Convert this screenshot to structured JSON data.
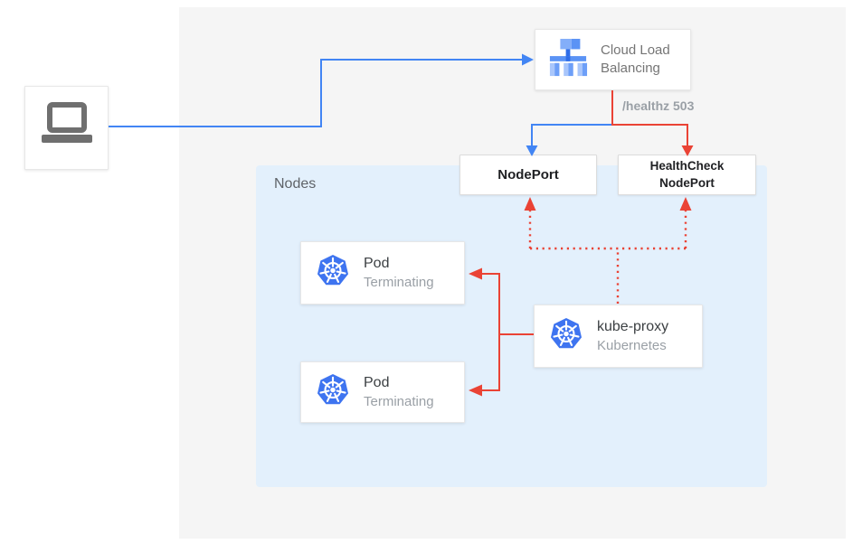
{
  "colors": {
    "blue_arrow": "#4285f4",
    "red_arrow": "#ea4335",
    "nodes_bg": "#e3f0fc",
    "diagram_bg": "#f5f5f5",
    "kubernetes_blue": "#3e74f0",
    "laptop_gray": "#6f6f6f",
    "label_gray": "#9aa0a6"
  },
  "load_balancer": {
    "label": "Cloud Load Balancing"
  },
  "health_annotation": "/healthz 503",
  "node_port": {
    "label": "NodePort"
  },
  "health_check_node_port": {
    "label": "HealthCheck NodePort"
  },
  "nodes_group": {
    "label": "Nodes"
  },
  "pods": [
    {
      "title": "Pod",
      "subtitle": "Terminating"
    },
    {
      "title": "Pod",
      "subtitle": "Terminating"
    }
  ],
  "kube_proxy": {
    "title": "kube-proxy",
    "subtitle": "Kubernetes"
  }
}
